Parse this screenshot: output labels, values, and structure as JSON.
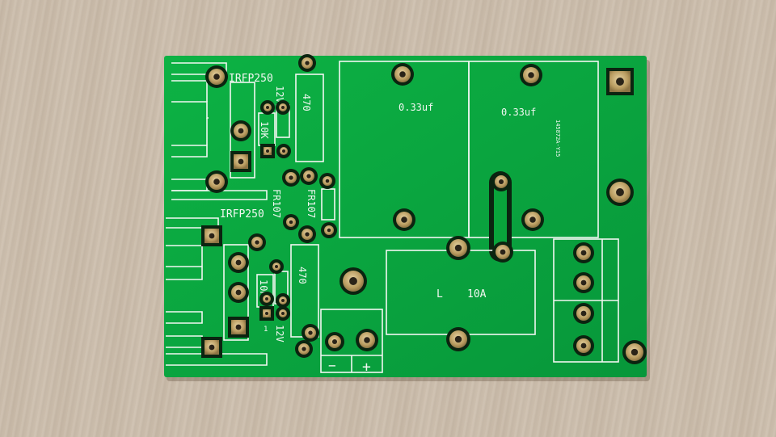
{
  "board": {
    "color": "#0aa53c",
    "silkscreen_color": "#f2f7f2",
    "pad_color": "#c8b078"
  },
  "labels": {
    "q1_part": "IRFP250",
    "q2_part": "IRFP250",
    "v12_top": "12V",
    "v12_bottom": "12V",
    "r10k_top": "10K",
    "r10k_bottom": "10K",
    "r470_top": "470",
    "r470_bottom": "470",
    "fr107_left": "FR107",
    "fr107_right": "FR107",
    "cap_left": "0.33uf",
    "cap_right": "0.33uf",
    "cap_code": "145872A-Y15",
    "inductor_l": "L",
    "inductor_val": "10A",
    "minus": "−",
    "plus": "+",
    "pin_one_top": "1",
    "pin_one_bottom": "1"
  }
}
